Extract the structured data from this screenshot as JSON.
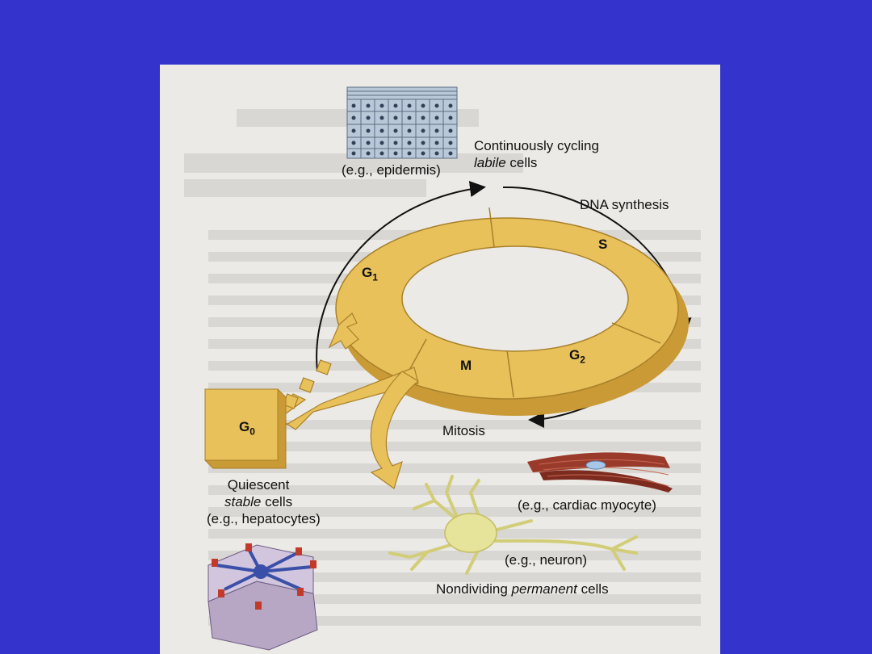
{
  "diagram": {
    "labile": {
      "line1": "Continuously cycling",
      "line2_italic": "labile",
      "line2_rest": " cells",
      "example": "(e.g., epidermis)"
    },
    "dna_synthesis": "DNA synthesis",
    "mitosis": "Mitosis",
    "phases": {
      "s": "S",
      "g1_main": "G",
      "g1_sub": "1",
      "g2_main": "G",
      "g2_sub": "2",
      "m": "M",
      "g0_main": "G",
      "g0_sub": "0"
    },
    "stable": {
      "line1": "Quiescent",
      "line2_italic": "stable",
      "line2_rest": " cells",
      "example": "(e.g., hepatocytes)"
    },
    "cardiac_example": "(e.g., cardiac myocyte)",
    "neuron_example": "(e.g., neuron)",
    "permanent": {
      "prefix": "Nondividing ",
      "italic": "permanent",
      "suffix": " cells"
    }
  },
  "colors": {
    "background": "#3434cc",
    "ring": "#e9c15a",
    "ring_dark": "#c99a35",
    "neuron": "#e6e39a",
    "muscle": "#9a3a2a",
    "hepatocyte": "#b7a7c4",
    "epidermis": "#b9c8d8"
  }
}
